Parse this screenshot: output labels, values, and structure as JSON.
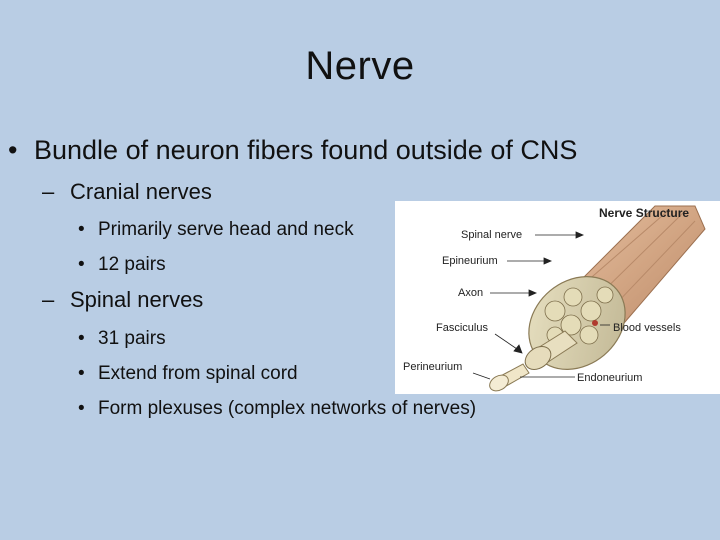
{
  "slide": {
    "title": "Nerve",
    "bullets": [
      {
        "text": "Bundle of neuron fibers found outside of CNS",
        "sub": [
          {
            "text": "Cranial nerves",
            "items": [
              "Primarily serve head and neck",
              "12 pairs"
            ]
          },
          {
            "text": "Spinal nerves",
            "items": [
              "31 pairs",
              "Extend from spinal cord",
              "Form plexuses (complex networks of nerves)"
            ]
          }
        ]
      }
    ]
  },
  "figure": {
    "title": "Nerve Structure",
    "labels": {
      "spinal_nerve": "Spinal nerve",
      "epineurium": "Epineurium",
      "axon": "Axon",
      "fasciculus": "Fasciculus",
      "blood_vessels": "Blood vessels",
      "perineurium": "Perineurium",
      "endoneurium": "Endoneurium"
    }
  }
}
